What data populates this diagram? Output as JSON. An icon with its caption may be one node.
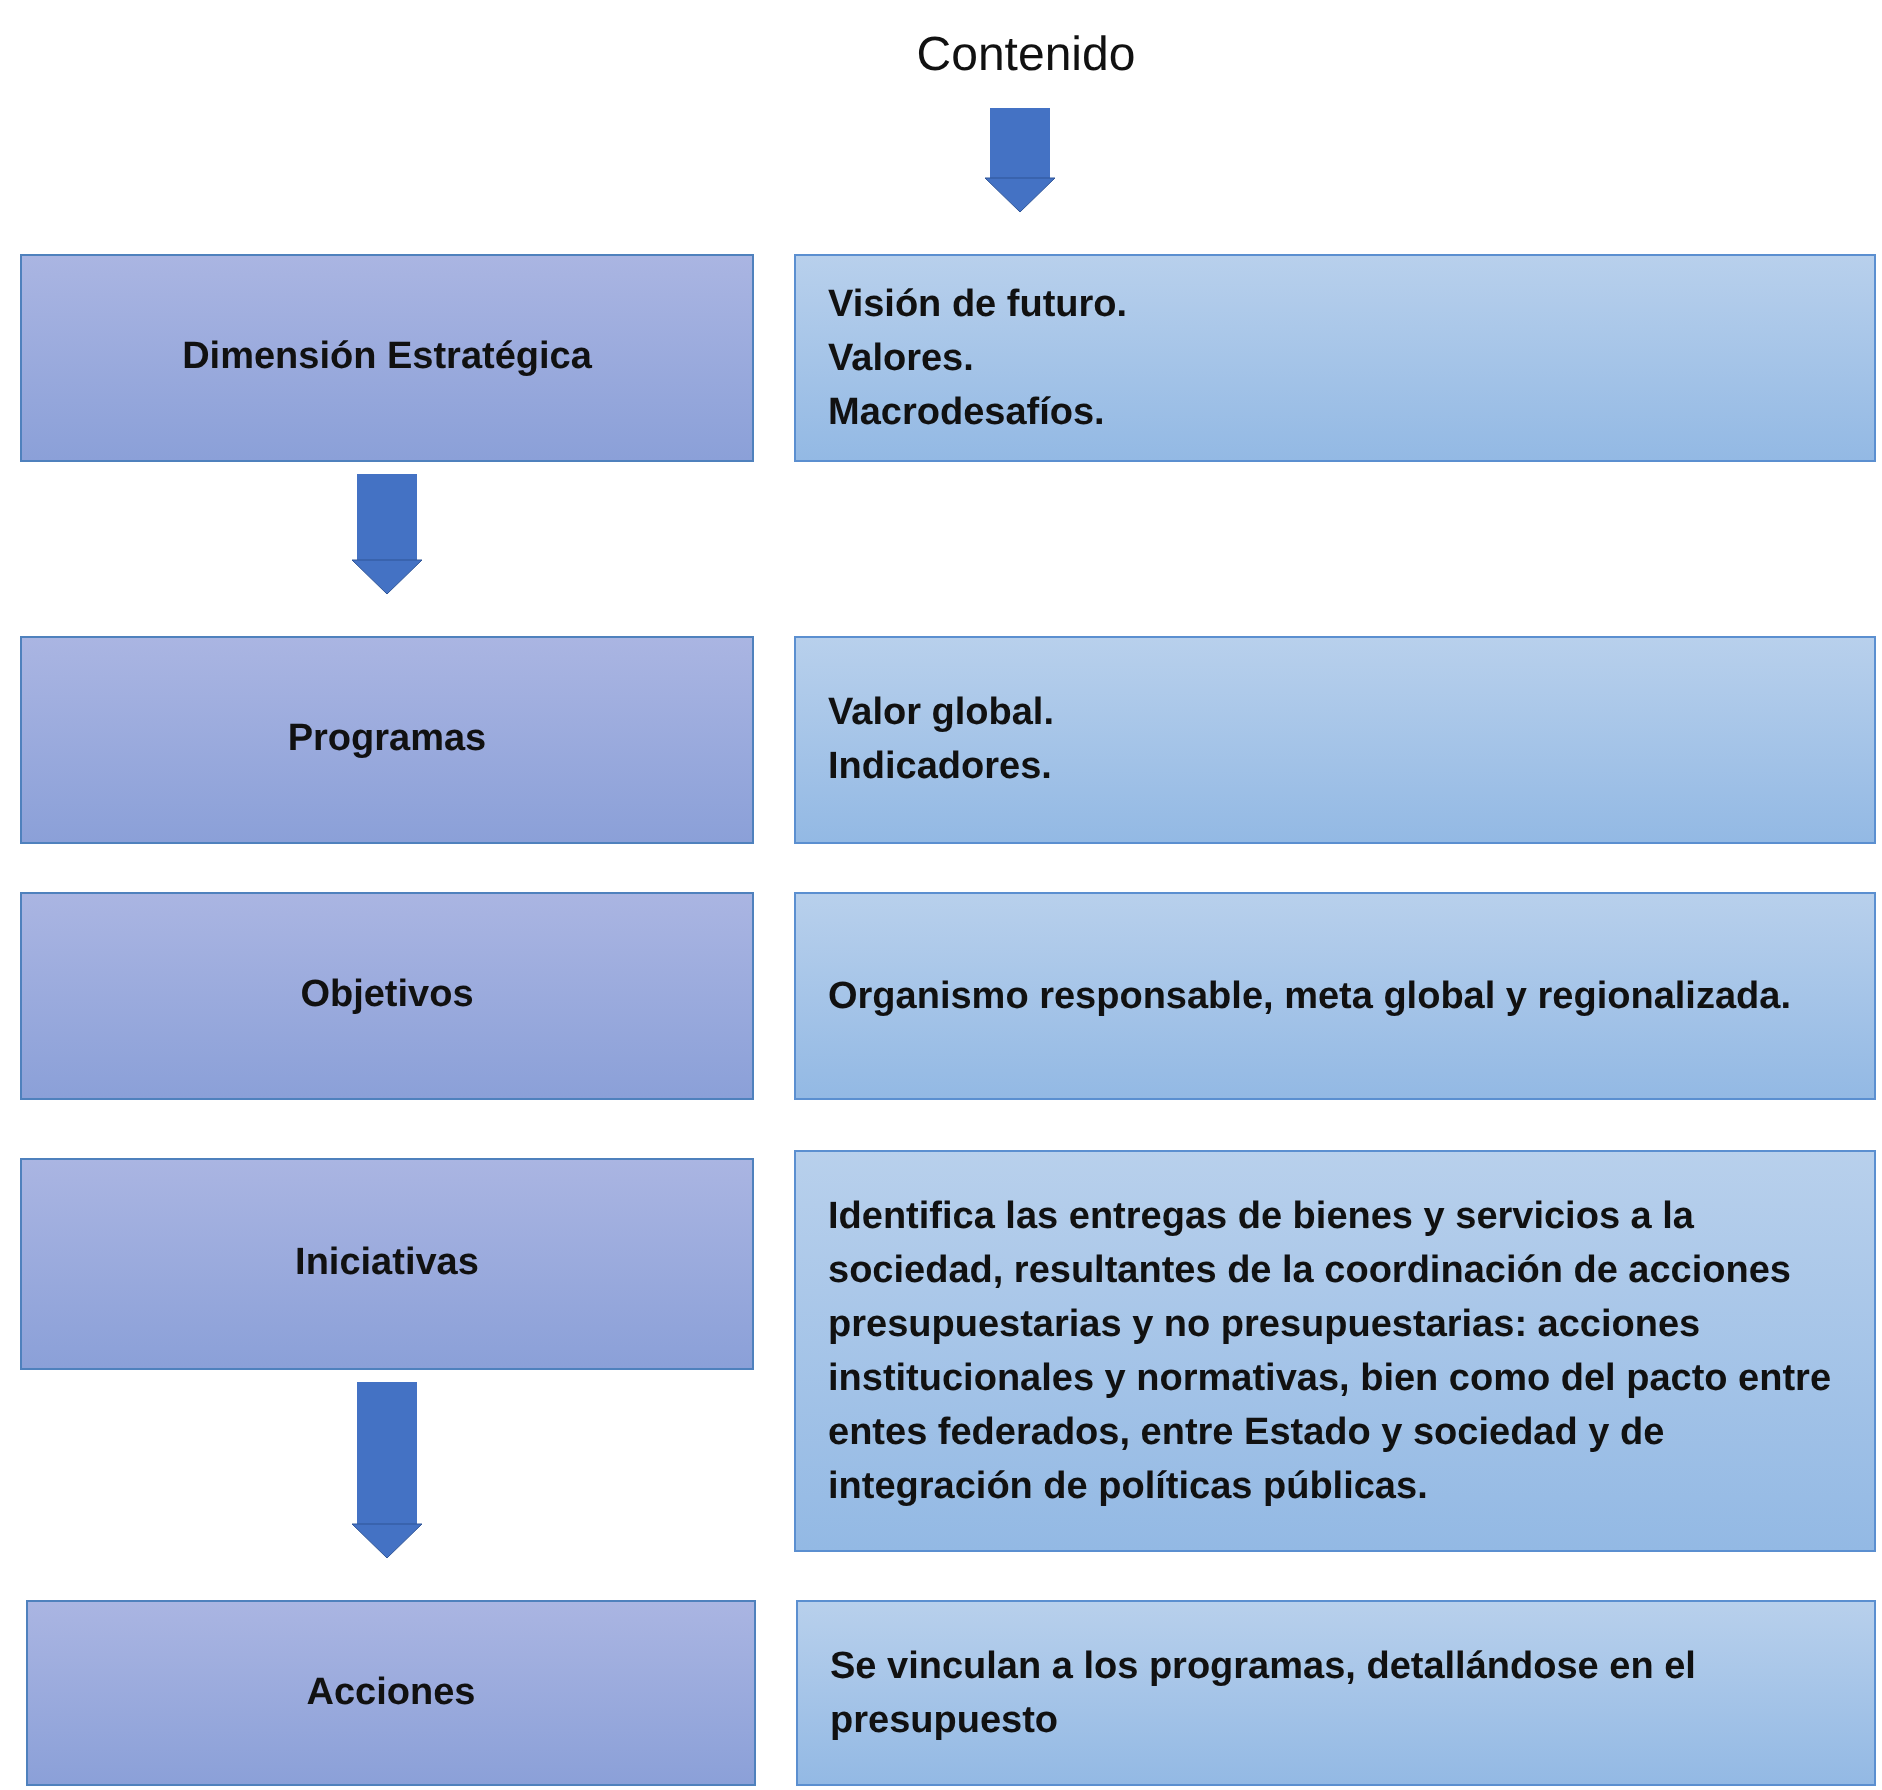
{
  "diagram": {
    "nodes": [
      {
        "text": [
          "Contenido"
        ]
      },
      {
        "text": [
          "Dimensión Estratégica"
        ]
      },
      {
        "text": [
          "Visión de futuro.",
          "Valores.",
          "Macrodesafíos."
        ]
      },
      {
        "text": [
          "Programas"
        ]
      },
      {
        "text": [
          "Valor global.",
          "Indicadores."
        ]
      },
      {
        "text": [
          "Objetivos"
        ]
      },
      {
        "text": [
          "Organismo responsable, meta global y regionalizada."
        ]
      },
      {
        "text": [
          "Iniciativas"
        ]
      },
      {
        "text": [
          "Identifica las entregas de bienes y servicios a la sociedad, resultantes de la coordinación de acciones presupuestarias y no presupuestarias: acciones institucionales y normativas, bien como del pacto entre entes federados, entre Estado y sociedad y de integración de políticas públicas."
        ]
      },
      {
        "text": [
          "Acciones"
        ]
      },
      {
        "text": [
          "Se vinculan a los programas, detallándose en el presupuesto"
        ]
      }
    ],
    "edges": [
      {
        "from": 0,
        "to": 2,
        "arrow": "to"
      },
      {
        "from": 1,
        "to": 3,
        "arrow": "to"
      },
      {
        "from": 7,
        "to": 9,
        "arrow": "to"
      }
    ]
  }
}
